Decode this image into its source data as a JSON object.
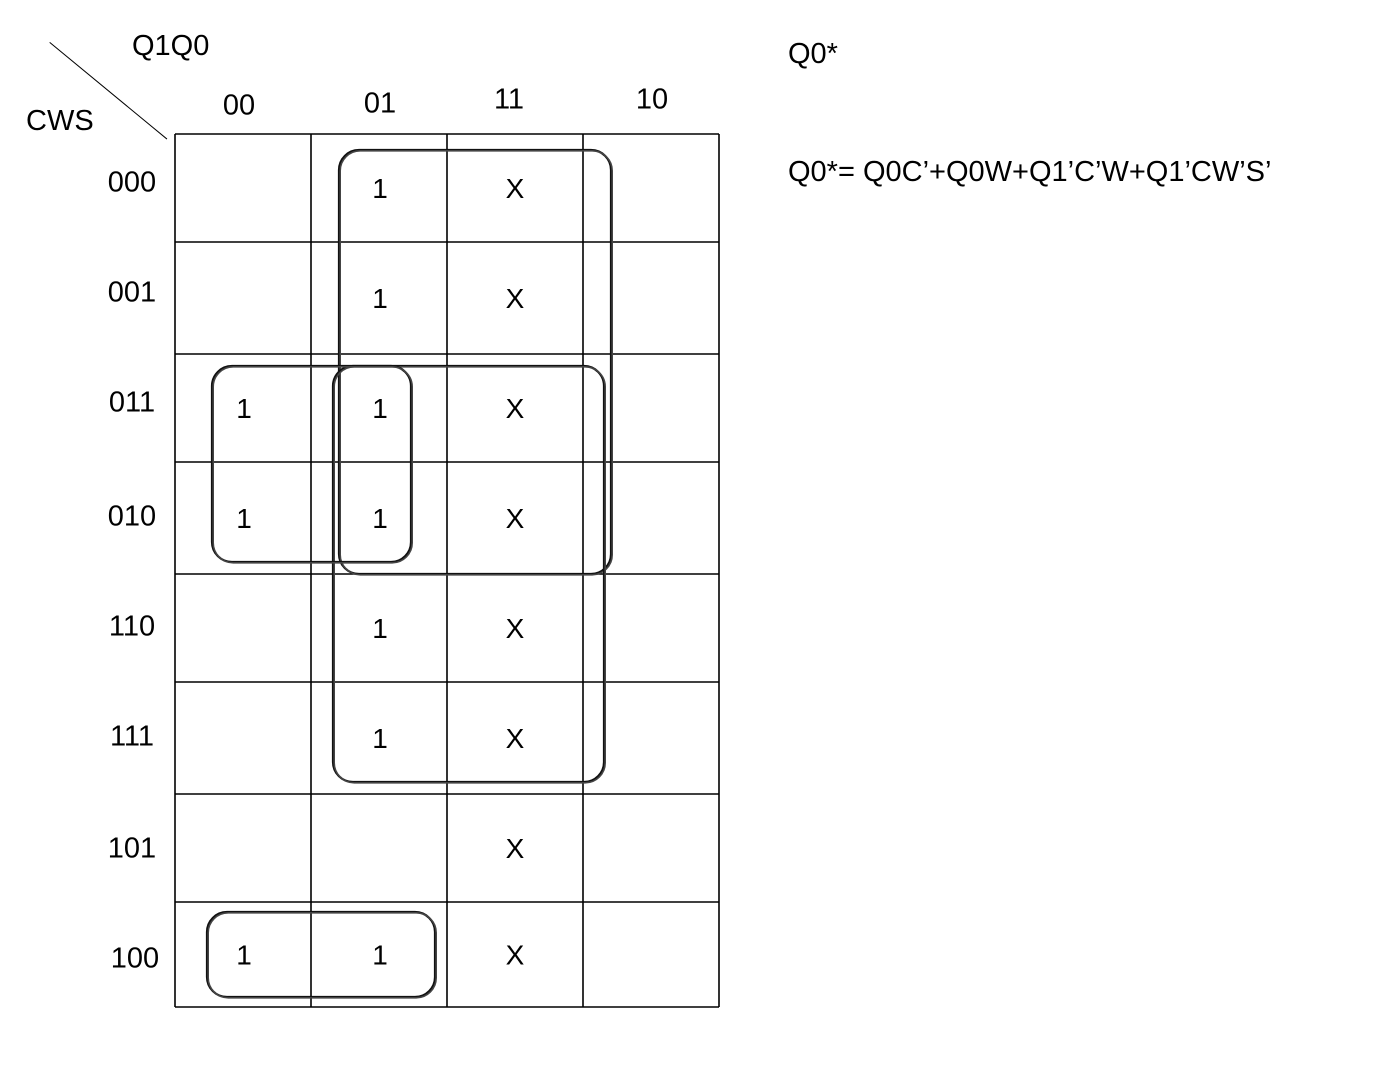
{
  "kmap": {
    "col_var_label": "Q1Q0",
    "row_var_label": "CWS",
    "col_headers": [
      "00",
      "01",
      "11",
      "10"
    ],
    "row_headers": [
      "000",
      "001",
      "011",
      "010",
      "110",
      "111",
      "101",
      "100"
    ],
    "cells": [
      [
        "",
        "1",
        "X",
        ""
      ],
      [
        "",
        "1",
        "X",
        ""
      ],
      [
        "1",
        "1",
        "X",
        ""
      ],
      [
        "1",
        "1",
        "X",
        ""
      ],
      [
        "",
        "1",
        "X",
        ""
      ],
      [
        "",
        "1",
        "X",
        ""
      ],
      [
        "",
        "",
        "X",
        ""
      ],
      [
        "1",
        "1",
        "X",
        ""
      ]
    ],
    "groups": [
      {
        "rows": [
          0,
          3
        ],
        "cols": [
          1,
          2
        ]
      },
      {
        "rows": [
          2,
          5
        ],
        "cols": [
          1,
          2
        ]
      },
      {
        "rows": [
          2,
          3
        ],
        "cols": [
          0,
          1
        ]
      },
      {
        "rows": [
          7,
          7
        ],
        "cols": [
          0,
          1
        ]
      }
    ]
  },
  "notes": {
    "title": "Q0*",
    "equation": "Q0*= Q0C’+Q0W+Q1’C’W+Q1’CW’S’"
  }
}
